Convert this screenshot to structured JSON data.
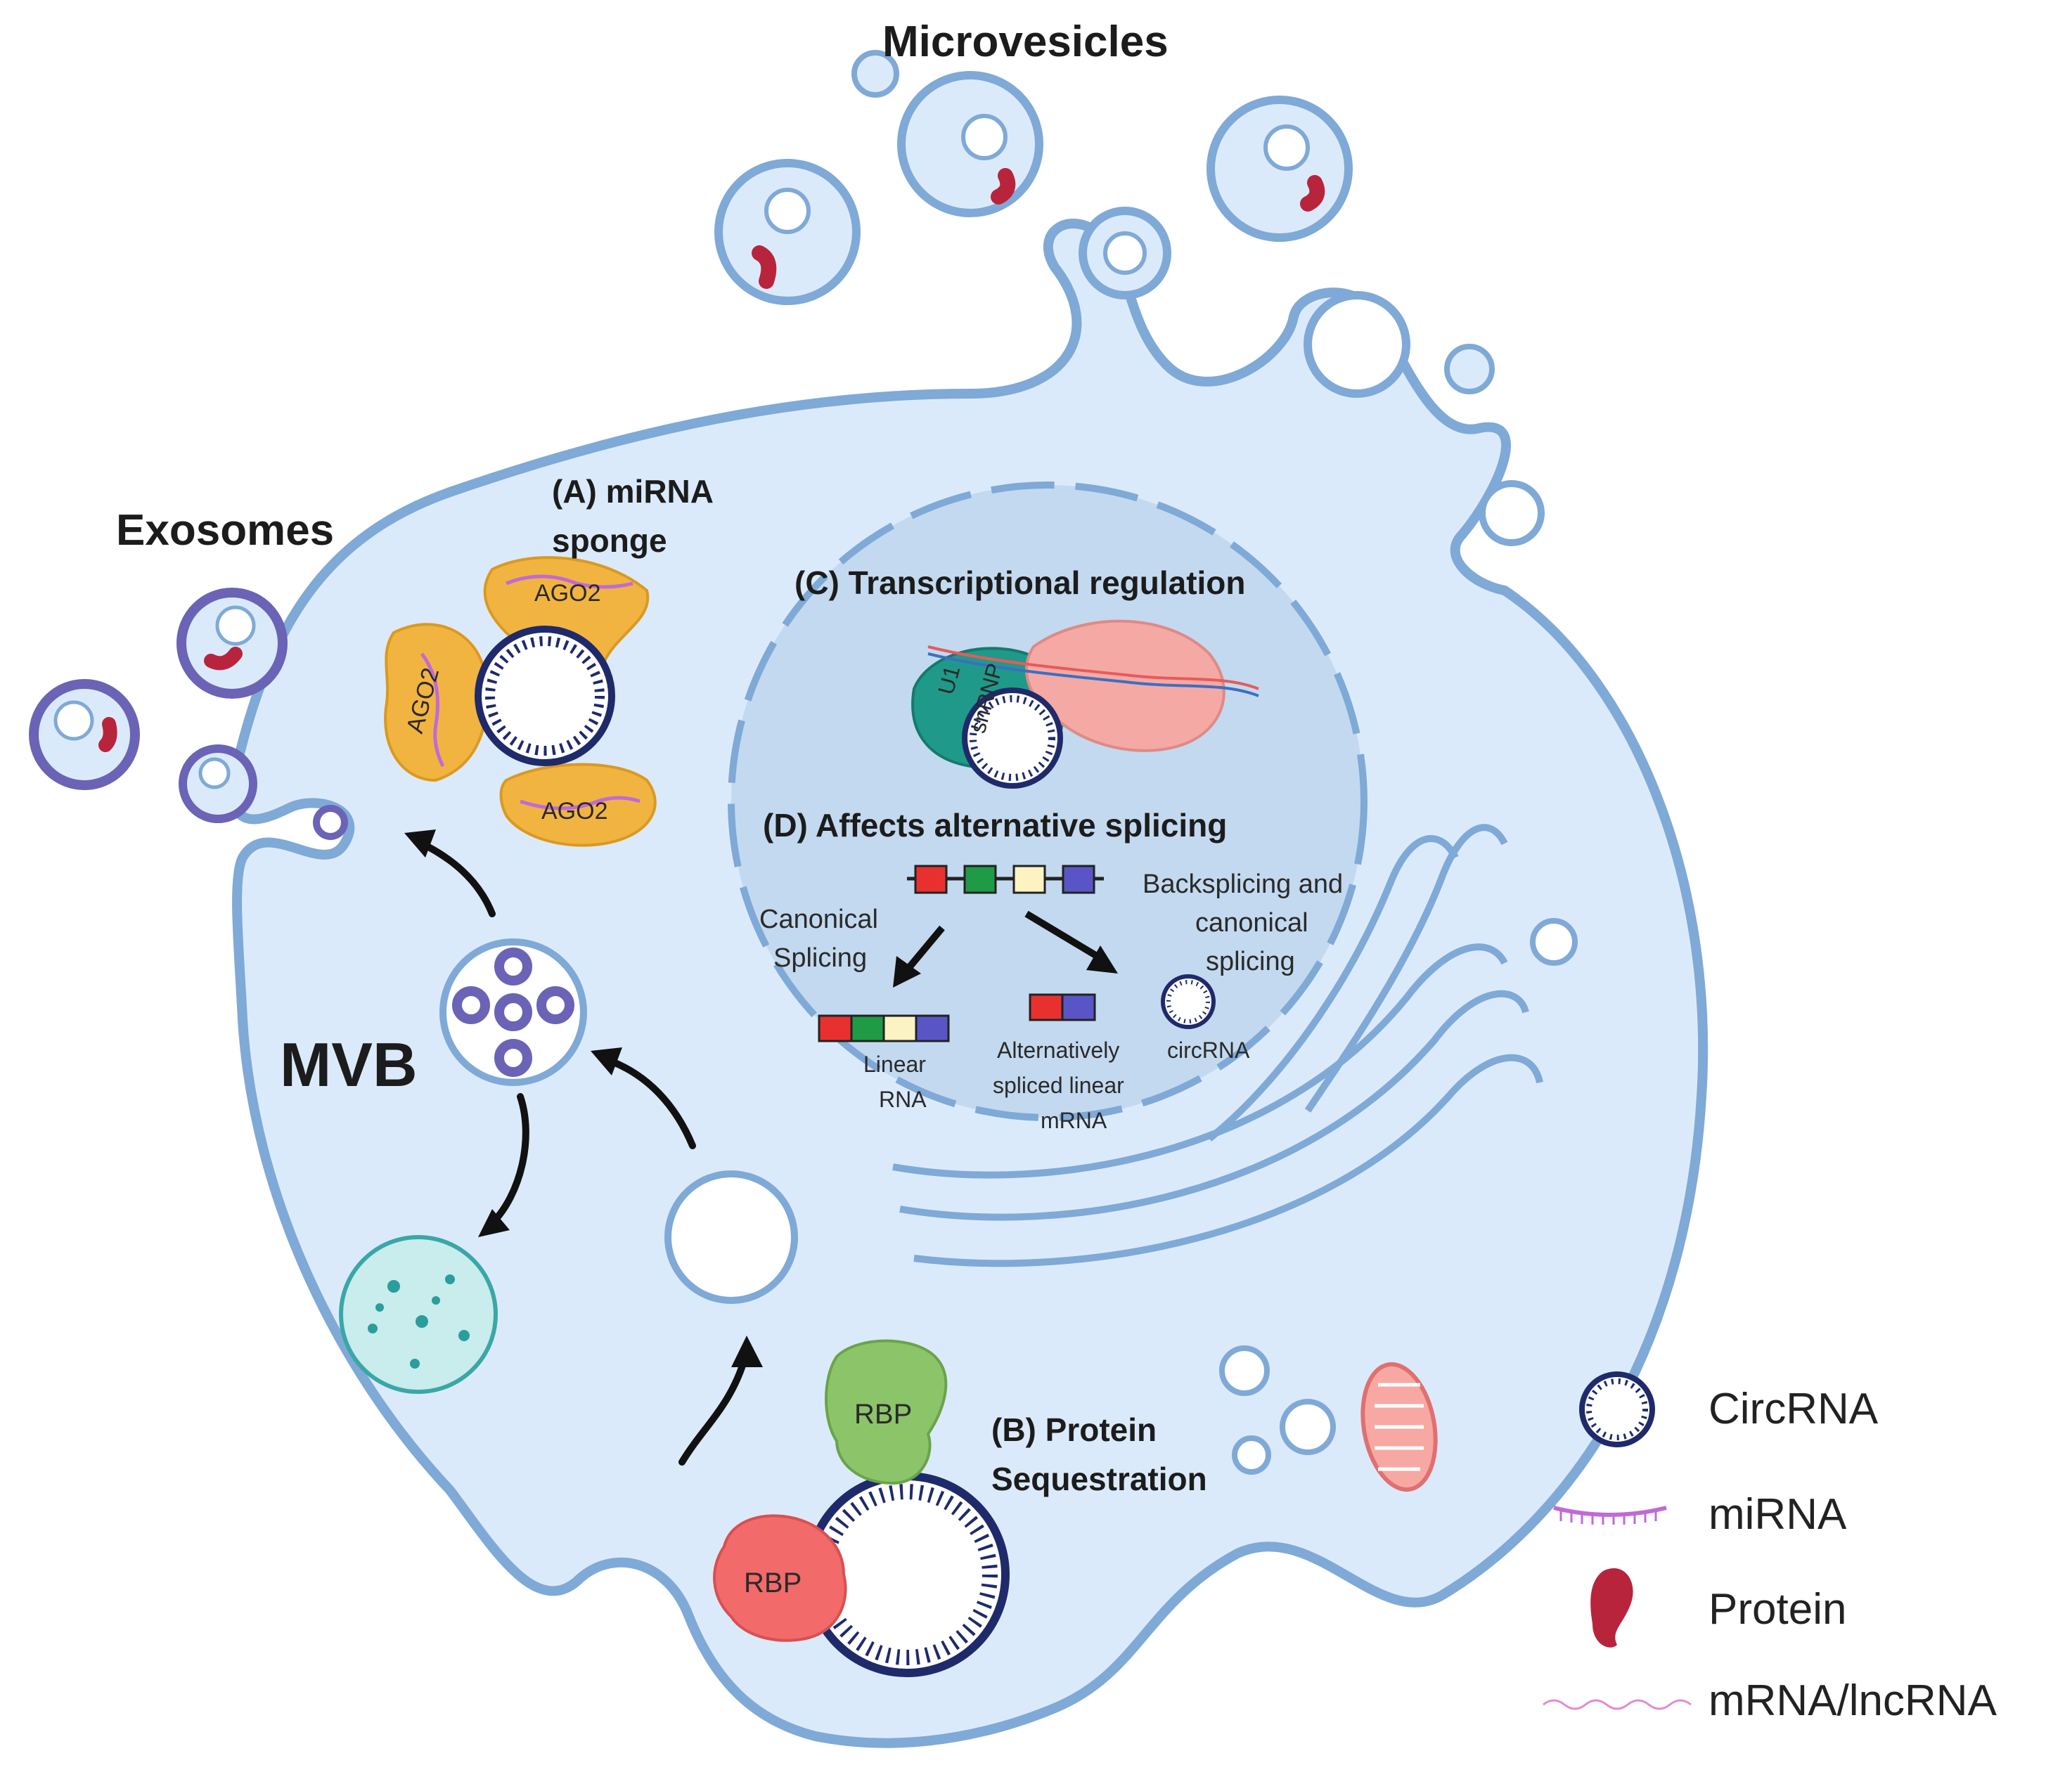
{
  "titles": {
    "microvesicles": "Microvesicles",
    "exosomes": "Exosomes",
    "mvb": "MVB"
  },
  "sections": {
    "a_line1": "(A) miRNA",
    "a_line2": "sponge",
    "b_line1": "(B) Protein",
    "b_line2": "Sequestration",
    "c": "(C) Transcriptional regulation",
    "d": "(D) Affects alternative splicing"
  },
  "labels": {
    "ago2": "AGO2",
    "u1": "U1",
    "snrnp": "snRNP",
    "rbp": "RBP",
    "canonical_l1": "Canonical",
    "canonical_l2": "Splicing",
    "back_l1": "Backsplicing and",
    "back_l2": "canonical",
    "back_l3": "splicing",
    "linear_l1": "Linear",
    "linear_l2": "RNA",
    "alt_l1": "Alternatively",
    "alt_l2": "spliced linear",
    "alt_l3": "mRNA",
    "circ": "circRNA"
  },
  "legend": {
    "circrna": "CircRNA",
    "mirna": "miRNA",
    "protein": "Protein",
    "mrna": "mRNA/lncRNA"
  },
  "colors": {
    "cell_fill": "#dbeafb",
    "membrane": "#7fa9d6",
    "nucleus": "#c3d9ef",
    "circrna": "#1f2a6b",
    "ago2": "#f2b441",
    "protein": "#b8243c",
    "rbp_green": "#8cc46a",
    "rbp_red": "#f26a6a",
    "exosome": "#6b63b5",
    "lysosome": "#c9ecec",
    "exon_red": "#e8312f",
    "exon_green": "#1f9a45",
    "exon_yellow": "#fbf3c2",
    "exon_blue": "#5a55c6"
  }
}
